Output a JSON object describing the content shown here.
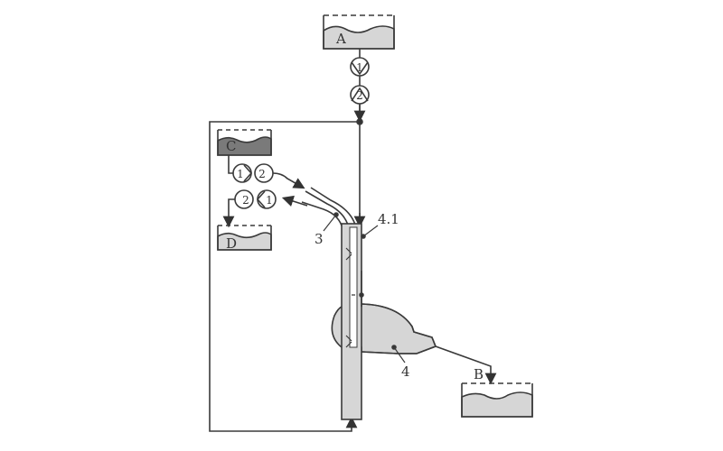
{
  "labels": {
    "tank_a": "A",
    "tank_b": "B",
    "tank_c": "C",
    "tank_d": "D",
    "pump1": "1",
    "pump2": "2",
    "tube": "3",
    "vessel": "4",
    "jacket": "4.1"
  },
  "colors": {
    "line": "#3a3a3a",
    "liquid": "#d6d6d6",
    "dark_liquid": "#7a7a7a"
  }
}
